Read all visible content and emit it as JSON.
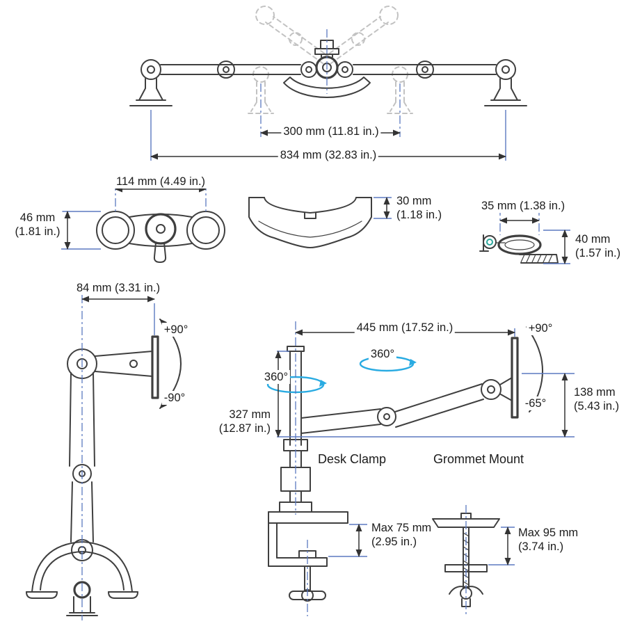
{
  "diagram": {
    "colors": {
      "line": "#3f3f3f",
      "ghost": "#c2c2c2",
      "dimension": "#333333",
      "extension_blue": "#5b79c0",
      "rotation_cyan": "#29abe2",
      "detail_teal": "#2aa79b"
    },
    "labels": {
      "front_view": {
        "dim_300": "300 mm (11.81 in.)",
        "dim_834": "834 mm (32.83 in.)"
      },
      "hub_top": {
        "dim_114": "114 mm (4.49 in.)",
        "dim_46": "46 mm\n(1.81 in.)"
      },
      "bracket_front": {
        "dim_30": "30 mm\n(1.18 in.)"
      },
      "bracket_side": {
        "dim_35": "35 mm (1.38 in.)",
        "dim_40": "40 mm\n(1.57 in.)"
      },
      "arm_side": {
        "dim_84": "84 mm (3.31 in.)",
        "rot_up": "+90°",
        "rot_down": "-90°"
      },
      "desk_view": {
        "dim_445": "445 mm (17.52 in.)",
        "rot_pole": "360°",
        "rot_elbow": "360°",
        "rot_up": "+90°",
        "rot_down": "-65°",
        "dim_138": "138 mm\n(5.43 in.)",
        "dim_327": "327 mm\n(12.87 in.)",
        "desk_clamp_label": "Desk Clamp",
        "grommet_label": "Grommet Mount",
        "dim_max75": "Max 75 mm\n(2.95 in.)",
        "dim_max95": "Max 95 mm\n(3.74 in.)"
      }
    }
  }
}
